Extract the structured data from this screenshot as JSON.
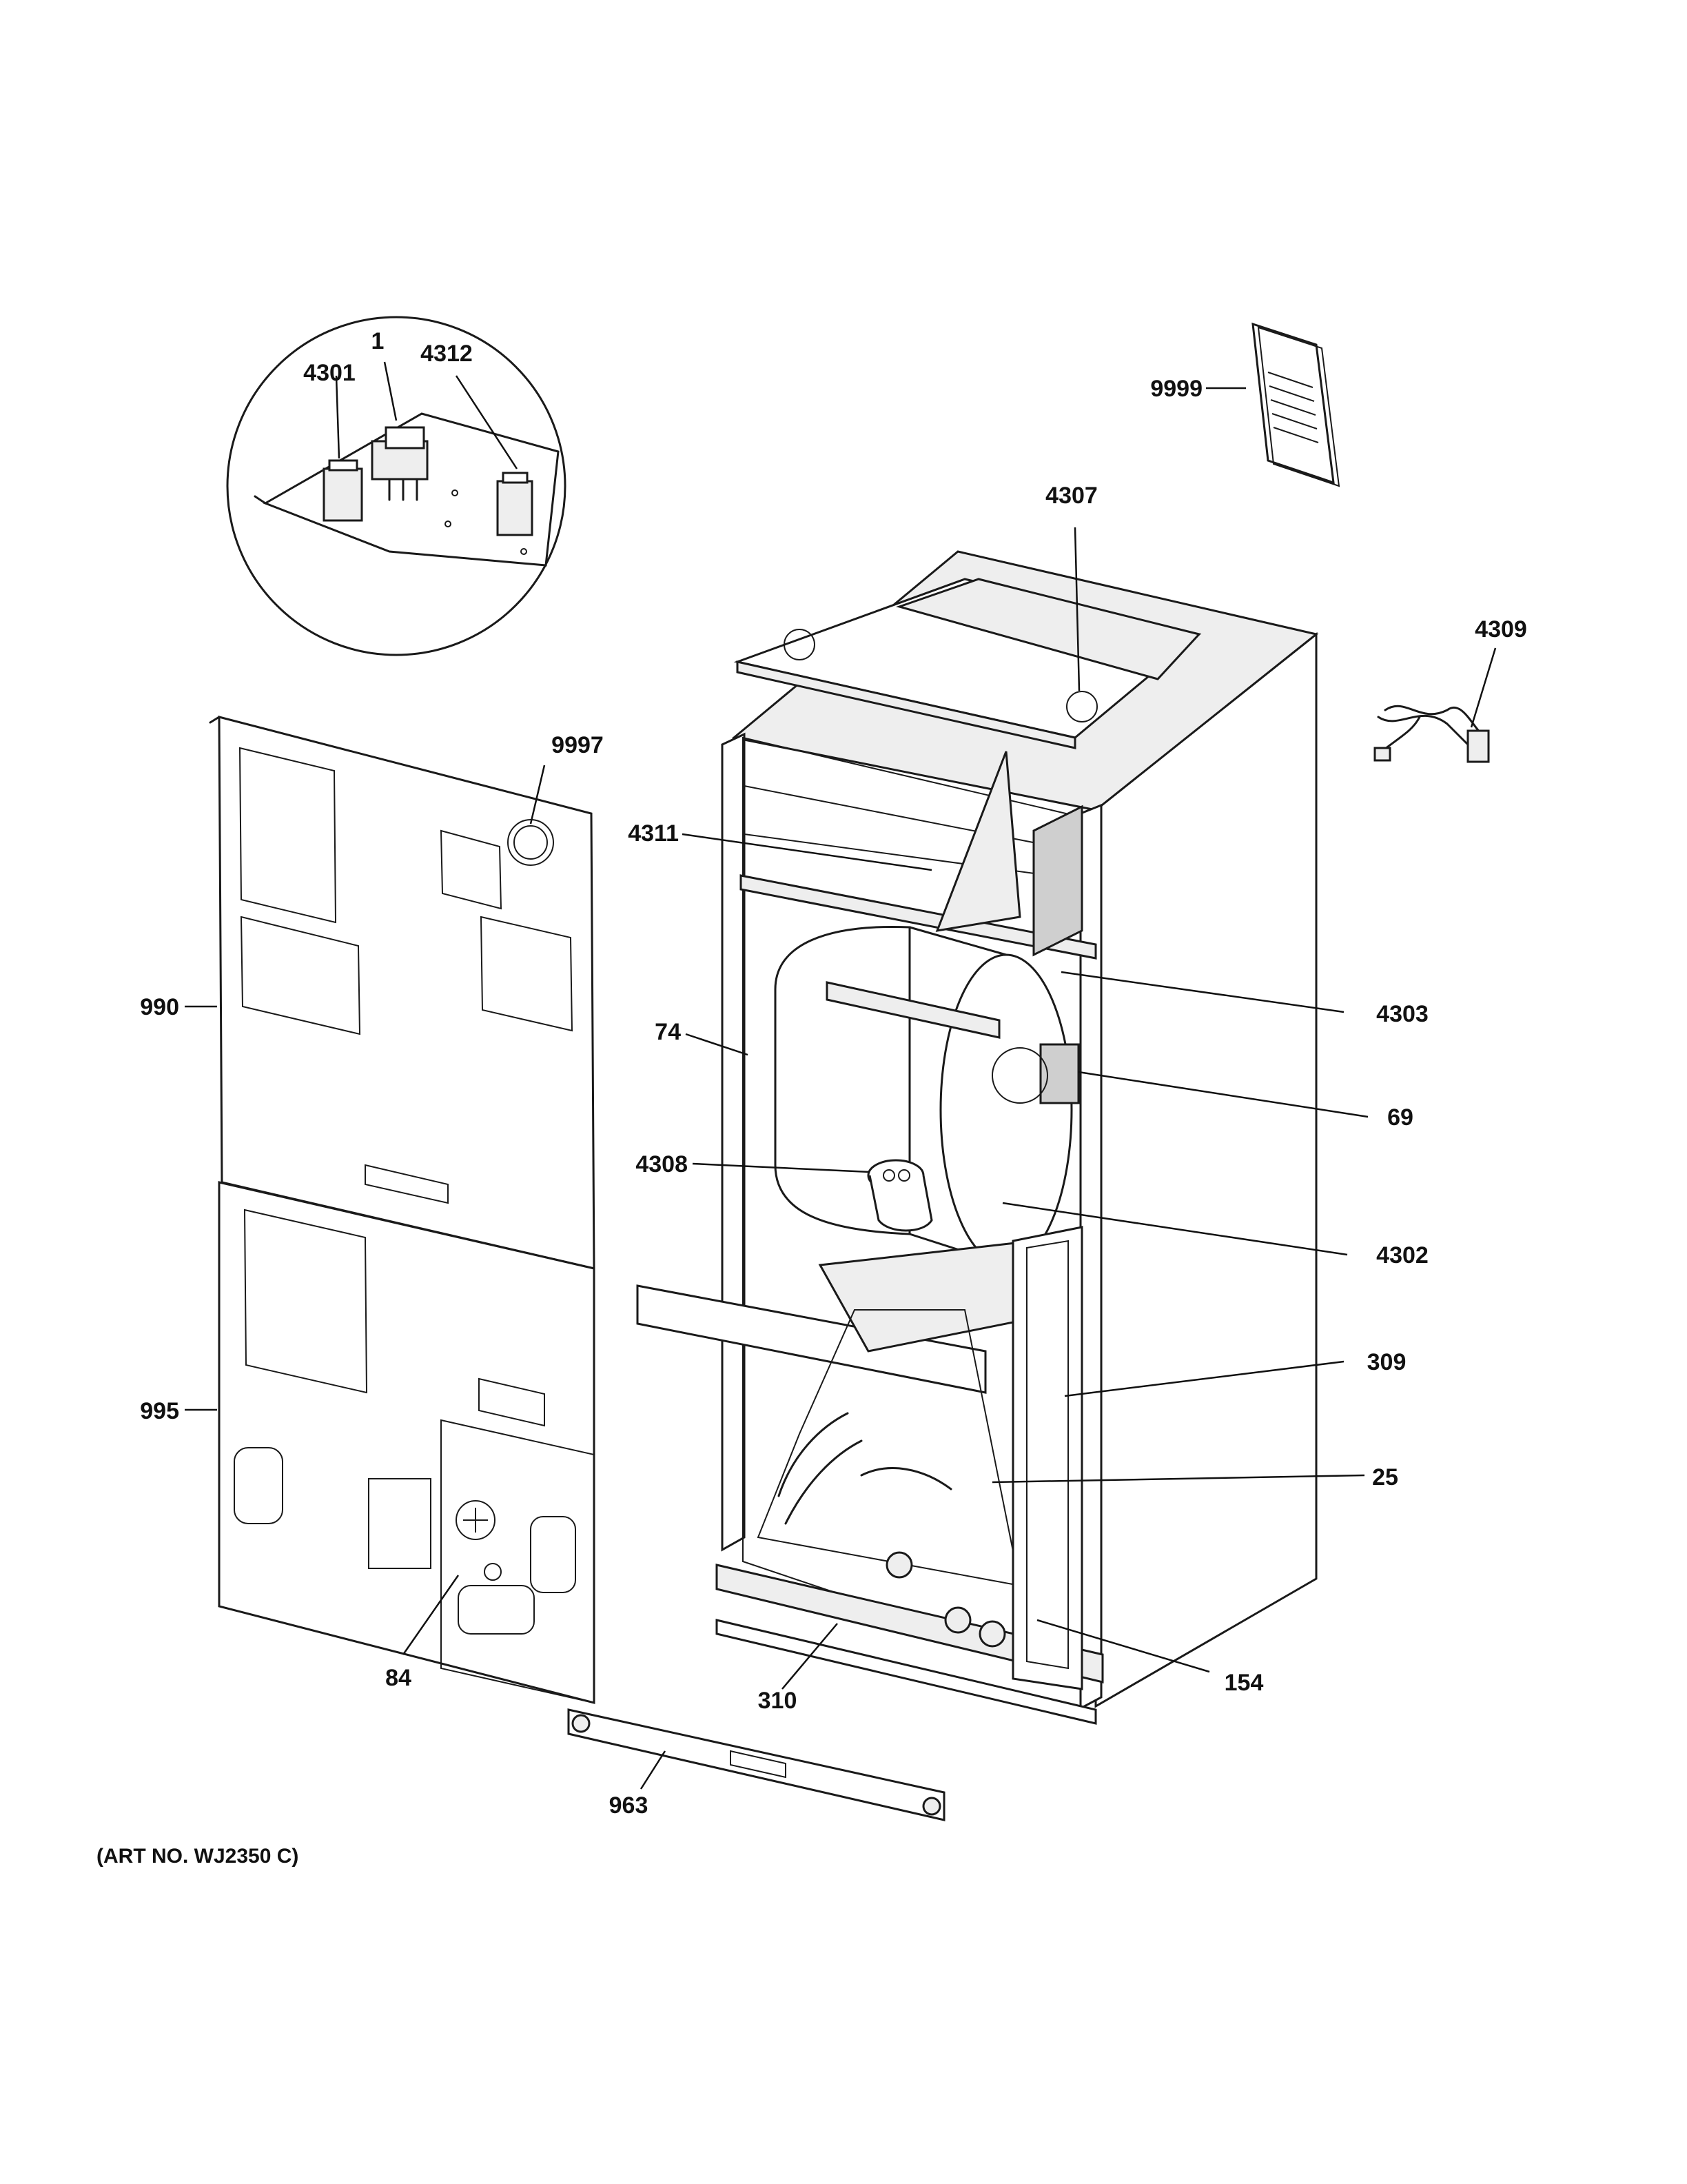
{
  "art_number": "(ART NO. WJ2350 C)",
  "parts": [
    {
      "id": "p1",
      "label": "1"
    },
    {
      "id": "p4301",
      "label": "4301"
    },
    {
      "id": "p4312",
      "label": "4312"
    },
    {
      "id": "p9999",
      "label": "9999"
    },
    {
      "id": "p4307",
      "label": "4307"
    },
    {
      "id": "p4309",
      "label": "4309"
    },
    {
      "id": "p9997",
      "label": "9997"
    },
    {
      "id": "p4311",
      "label": "4311"
    },
    {
      "id": "p990",
      "label": "990"
    },
    {
      "id": "p4303",
      "label": "4303"
    },
    {
      "id": "p74",
      "label": "74"
    },
    {
      "id": "p69",
      "label": "69"
    },
    {
      "id": "p4308",
      "label": "4308"
    },
    {
      "id": "p4302",
      "label": "4302"
    },
    {
      "id": "p309",
      "label": "309"
    },
    {
      "id": "p995",
      "label": "995"
    },
    {
      "id": "p25",
      "label": "25"
    },
    {
      "id": "p84",
      "label": "84"
    },
    {
      "id": "p154",
      "label": "154"
    },
    {
      "id": "p310",
      "label": "310"
    },
    {
      "id": "p963",
      "label": "963"
    }
  ]
}
